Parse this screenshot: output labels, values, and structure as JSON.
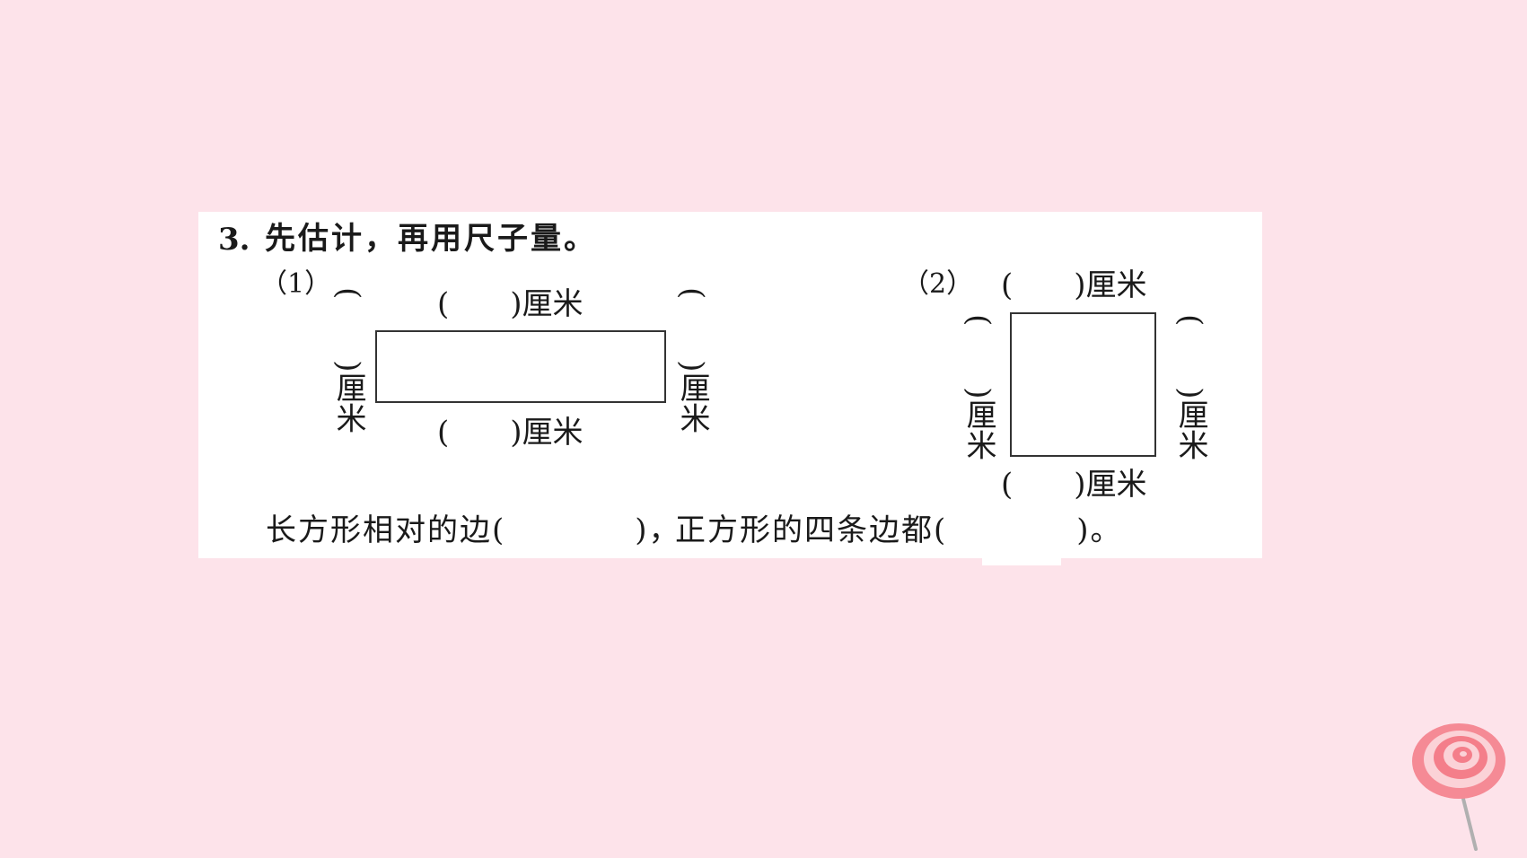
{
  "question": {
    "number": "3.",
    "title": "先估计，再用尺子量。"
  },
  "part1": {
    "label": "（1）",
    "top": "(　　)厘米",
    "bottom": "(　　)厘米",
    "left": "(　　)厘米",
    "right": "(　　)厘米"
  },
  "part2": {
    "label": "（2）",
    "top": "(　　)厘米",
    "bottom": "(　　)厘米",
    "left": "(　　)厘米",
    "right": "(　　)厘米"
  },
  "conclusion": {
    "text1": "长方形相对的边(　　　　)，",
    "text2": "正方形的四条边都(　　　　)。"
  },
  "decoration": {
    "icon": "lollipop-icon",
    "colors": [
      "#f47e8a",
      "#fbd2d7"
    ]
  }
}
